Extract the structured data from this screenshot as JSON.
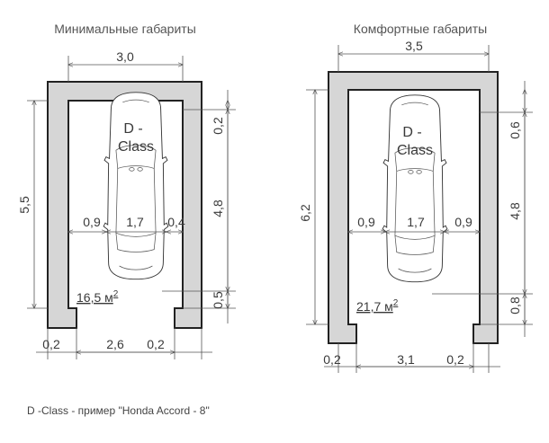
{
  "left": {
    "title": "Минимальные габариты",
    "width_total": "3,0",
    "height_total": "5,5",
    "top_gap": "0,2",
    "car_length": "4,8",
    "bottom_gap": "0,5",
    "side_left": "0,9",
    "car_width": "1,7",
    "side_right": "0,4",
    "area_value": "16,5 м",
    "area_unit_sup": "2",
    "class_line1": "D -",
    "class_line2": "Class",
    "wall_left": "0,2",
    "door_width": "2,6",
    "wall_right": "0,2"
  },
  "right": {
    "title": "Комфортные габариты",
    "width_total": "3,5",
    "height_total": "6,2",
    "top_gap": "0,6",
    "car_length": "4,8",
    "bottom_gap": "0,8",
    "side_left": "0,9",
    "car_width": "1,7",
    "side_right": "0,9",
    "area_value": "21,7 м",
    "area_unit_sup": "2",
    "class_line1": "D -",
    "class_line2": "Class",
    "wall_left": "0,2",
    "door_width": "3,1",
    "wall_right": "0,2"
  },
  "footnote": "D -Class - пример \"Honda Accord - 8\""
}
